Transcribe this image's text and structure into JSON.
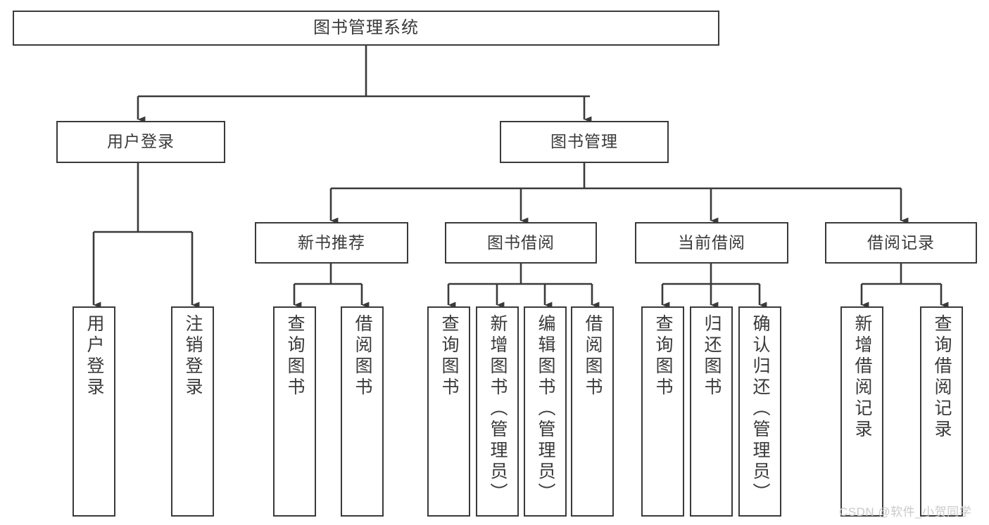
{
  "diagram": {
    "type": "tree-hierarchy",
    "title": "图书管理系统",
    "orientation": "top-down",
    "colors": {
      "box_border": "#3a3a3a",
      "box_fill": "#ffffff",
      "connector": "#3a3a3a",
      "text": "#3a3a3a",
      "watermark": "#c9c9c9",
      "background": "#ffffff"
    }
  },
  "root": {
    "label": "图书管理系统"
  },
  "level2": [
    {
      "label": "用户登录"
    },
    {
      "label": "图书管理"
    }
  ],
  "level3": [
    {
      "label": "新书推荐"
    },
    {
      "label": "图书借阅"
    },
    {
      "label": "当前借阅"
    },
    {
      "label": "借阅记录"
    }
  ],
  "leaves": {
    "user_login": [
      {
        "label": "用户登录"
      },
      {
        "label": "注销登录"
      }
    ],
    "new_book_recommend": [
      {
        "label": "查询图书"
      },
      {
        "label": "借阅图书"
      }
    ],
    "book_borrow": [
      {
        "label": "查询图书"
      },
      {
        "label": "新增图书（管理员）"
      },
      {
        "label": "编辑图书（管理员）"
      },
      {
        "label": "借阅图书"
      }
    ],
    "current_borrow": [
      {
        "label": "查询图书"
      },
      {
        "label": "归还图书"
      },
      {
        "label": "确认归还（管理员）"
      }
    ],
    "borrow_record": [
      {
        "label": "新增借阅记录"
      },
      {
        "label": "查询借阅记录"
      }
    ]
  },
  "watermark": {
    "text": "CSDN @软件_小贺同学"
  }
}
